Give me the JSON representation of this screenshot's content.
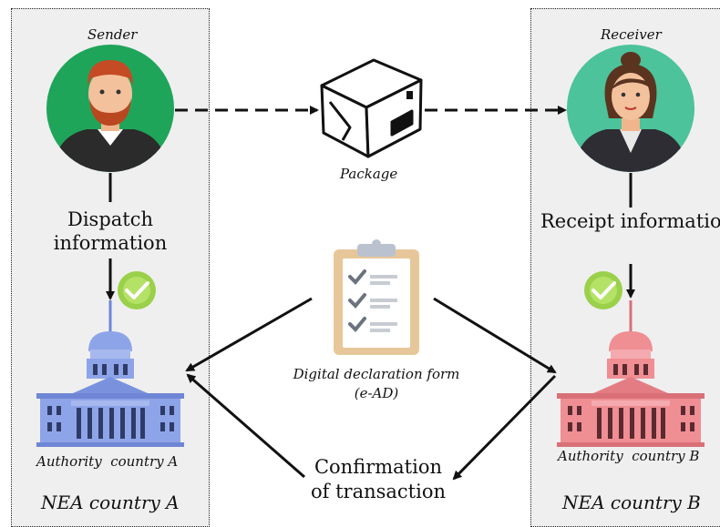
{
  "sender": {
    "label": "Sender"
  },
  "receiver": {
    "label": "Receiver"
  },
  "package": {
    "label": "Package"
  },
  "dispatch": {
    "line1": "Dispatch",
    "line2": "information"
  },
  "receipt": {
    "label": "Receipt information"
  },
  "form": {
    "line1": "Digital declaration form",
    "line2": "(e-AD)"
  },
  "authority_a": {
    "label": "Authority  country A"
  },
  "authority_b": {
    "label": "Authority  country B"
  },
  "confirmation": {
    "line1": "Confirmation",
    "line2": "of transaction"
  },
  "nea_a": {
    "label": "NEA country A"
  },
  "nea_b": {
    "label": "NEA country B"
  },
  "colors": {
    "panel_bg": "#efefef",
    "sender_circle": "#1fa55a",
    "receiver_circle": "#4cc39a",
    "check_green": "#9ad04a",
    "authority_a_blue": "#8ea4e8",
    "authority_b_pink": "#ef8e93",
    "clipboard_board": "#e7c79a"
  }
}
